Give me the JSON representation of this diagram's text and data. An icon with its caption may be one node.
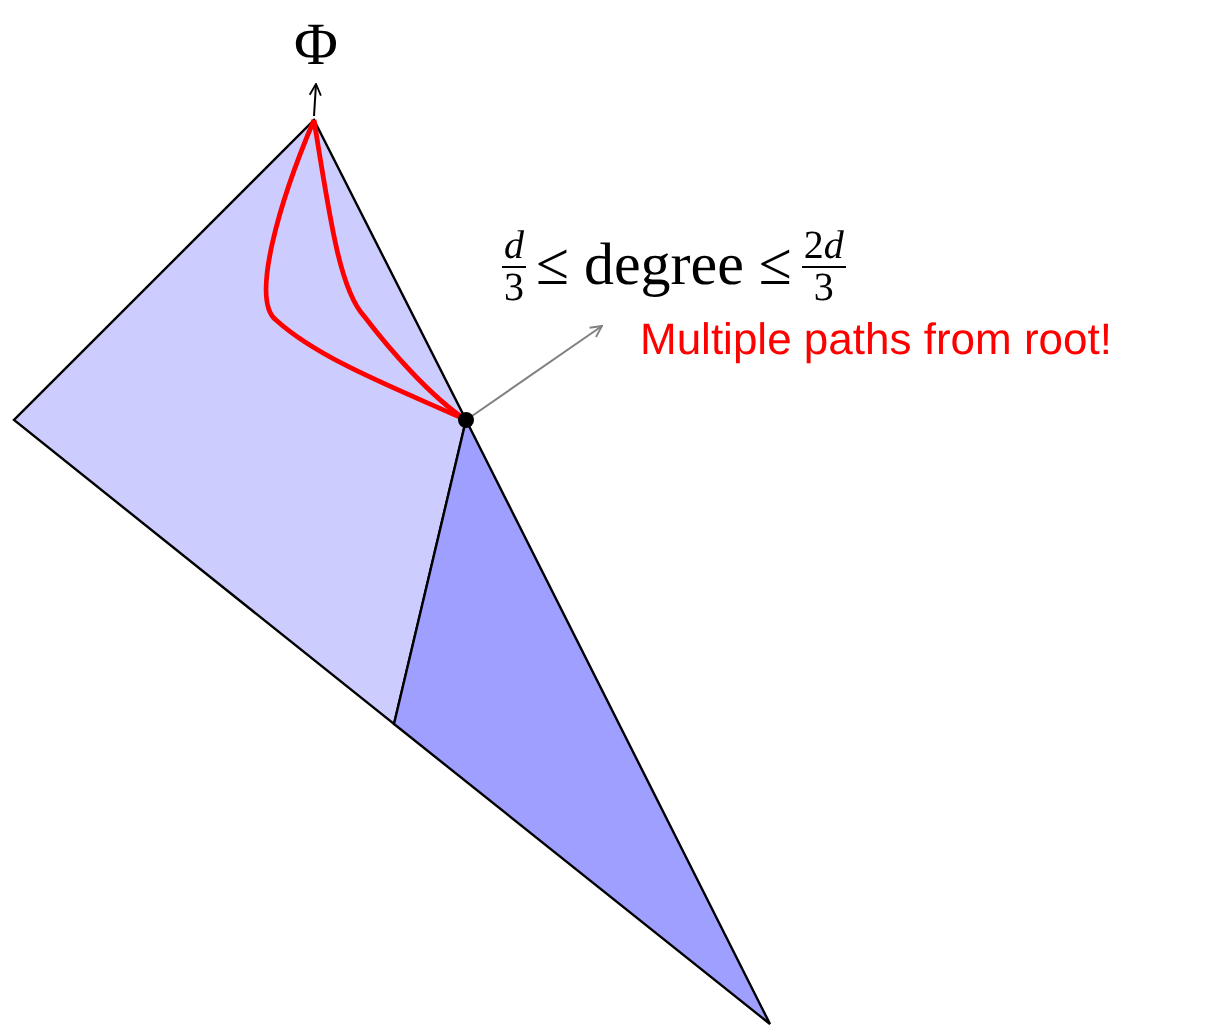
{
  "diagram": {
    "nodes": [
      {
        "text": [
          "Φ"
        ]
      },
      {
        "text": [],
        "shape": "circle"
      },
      {
        "text": [
          "d",
          "3",
          "≤ degree ≤",
          "2d",
          "3",
          "Multiple paths from root!"
        ]
      }
    ],
    "edges": [
      {
        "from": null,
        "to": 0,
        "arrow": "to"
      },
      {
        "from": 1,
        "to": 2,
        "arrow": "to",
        "color": "#808080"
      }
    ]
  }
}
